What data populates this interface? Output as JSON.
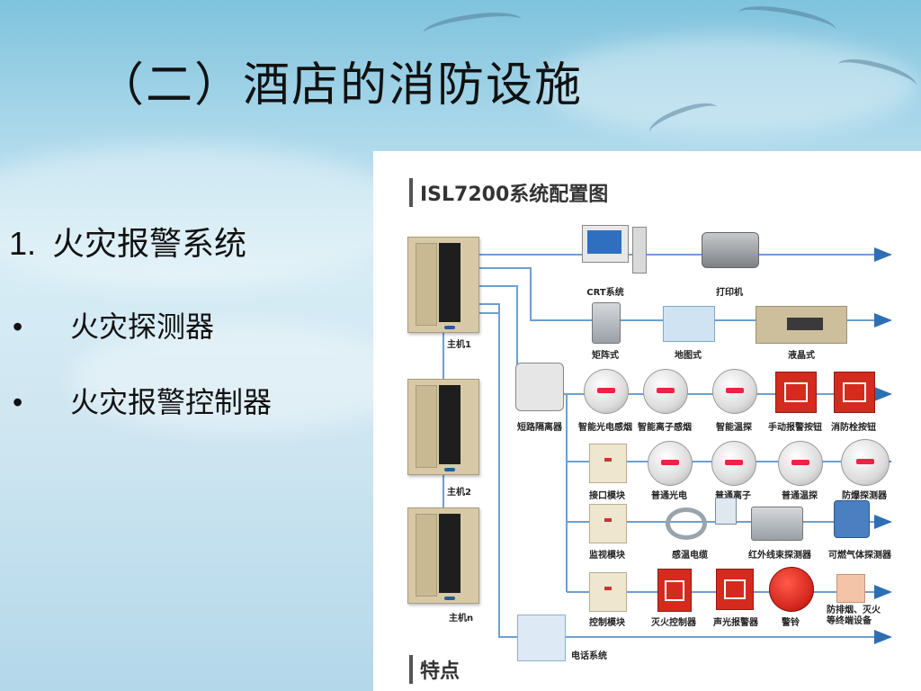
{
  "slide": {
    "title": "（二）酒店的消防设施",
    "heading_number": "1.",
    "heading_text": "火灾报警系统",
    "bullets": [
      {
        "marker": "•",
        "text": "火灾探测器"
      },
      {
        "marker": "•",
        "text": "火灾报警控制器"
      }
    ]
  },
  "diagram": {
    "title": "ISL7200系统配置图",
    "footer": "特点",
    "hosts": [
      "主机1",
      "主机2",
      "主机n"
    ],
    "row1": {
      "crt": "CRT系统",
      "printer": "打印机"
    },
    "row2": {
      "matrix": "矩阵式",
      "map": "地图式",
      "lcd": "液晶式"
    },
    "row3": {
      "isolator": "短路隔离器",
      "items": [
        "智能光电感烟",
        "智能离子感烟",
        "智能温探",
        "手动报警按钮",
        "消防栓按钮"
      ]
    },
    "row4": {
      "items": [
        "接口模块",
        "普通光电",
        "普通离子",
        "普通温探",
        "防爆探测器"
      ]
    },
    "row5": {
      "items": [
        "监视模块",
        "感温电缆",
        "红外线束探测器",
        "可燃气体探测器"
      ]
    },
    "row6": {
      "items": [
        "控制模块",
        "灭火控制器",
        "声光报警器",
        "警铃",
        "防排烟、灭火等终端设备"
      ]
    },
    "phone": "电话系统",
    "colors": {
      "line": "#6f9fcf",
      "arrow": "#2e6fb4"
    }
  }
}
